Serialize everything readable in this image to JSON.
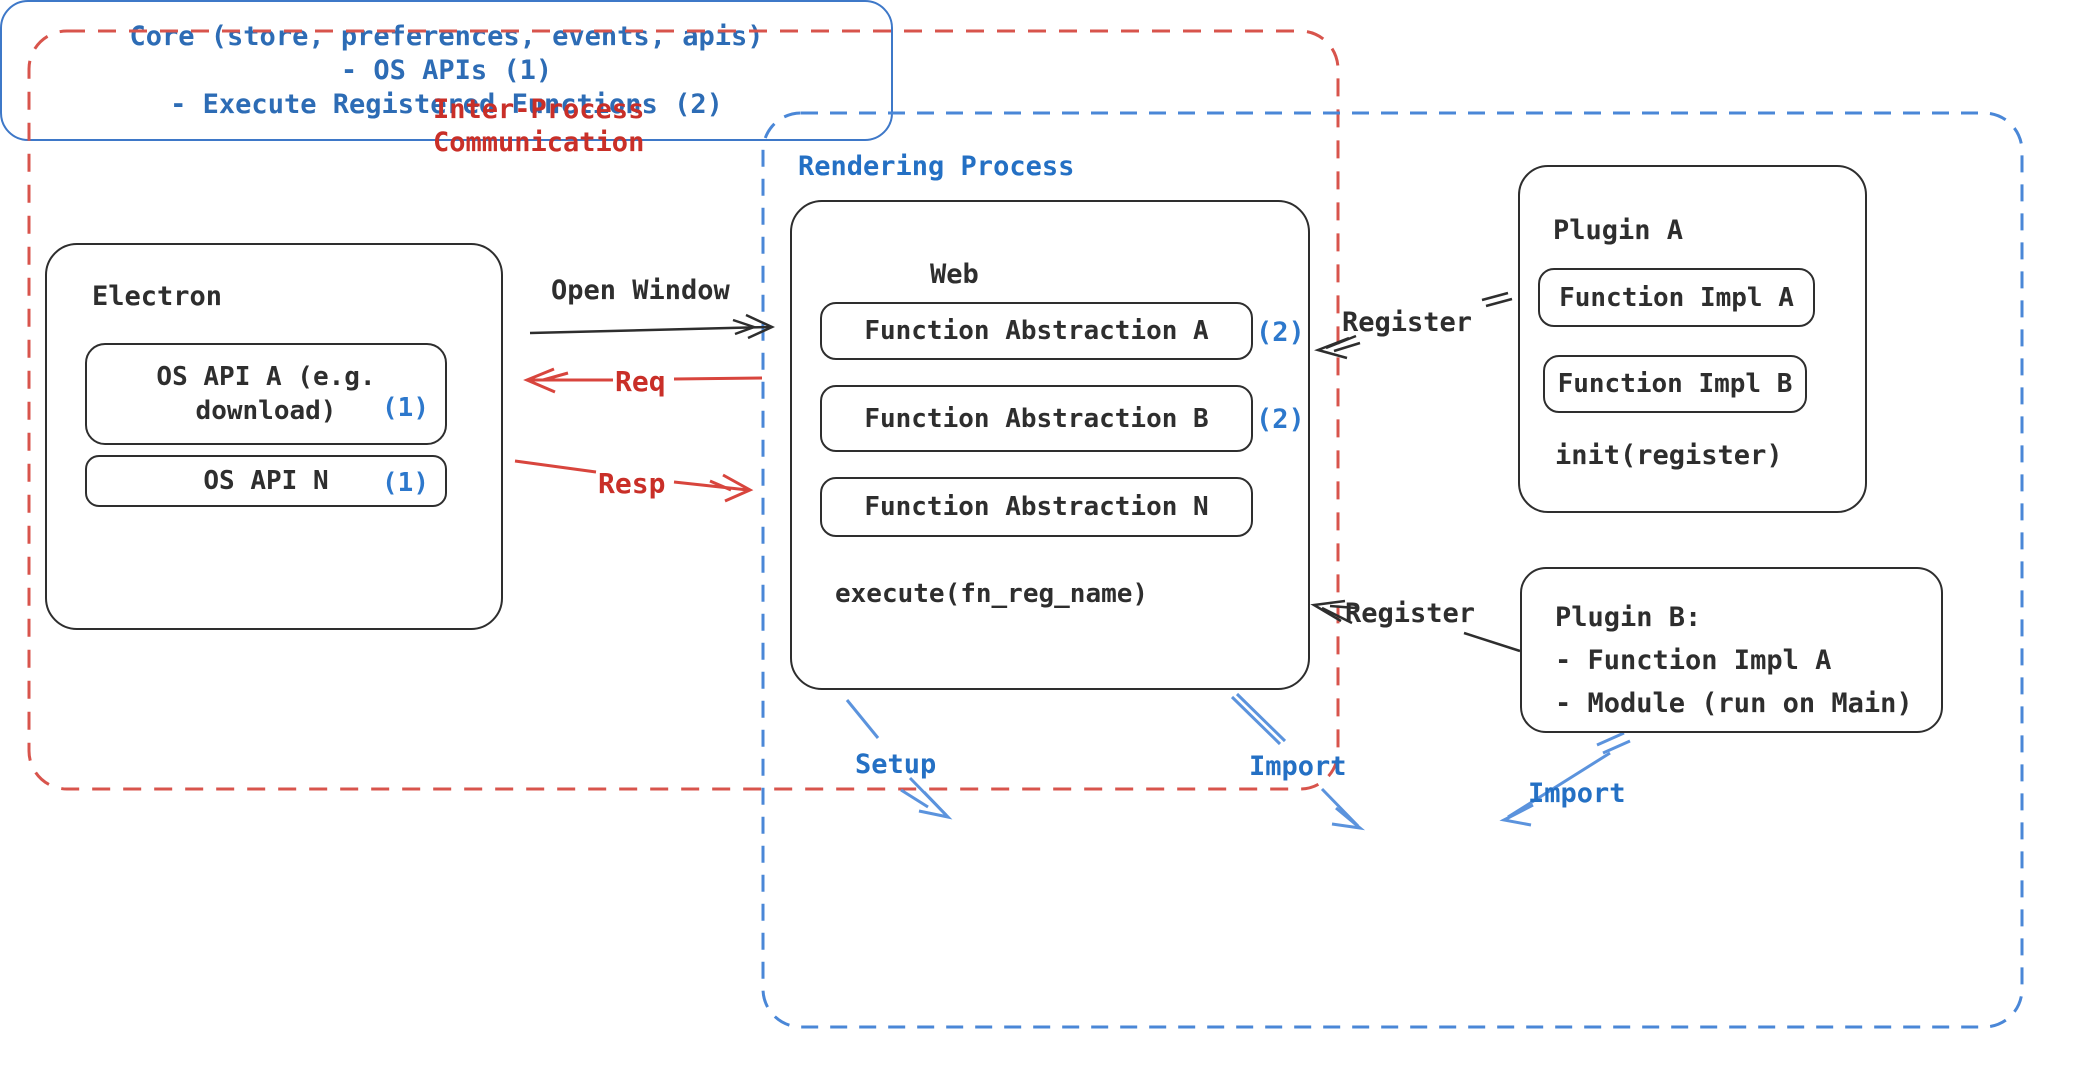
{
  "regions": {
    "ipc": {
      "line1": "Inter-Process",
      "line2": "Communication"
    },
    "rendering": {
      "label": "Rendering Process"
    }
  },
  "electron": {
    "title": "Electron",
    "os_api_a": {
      "line1": "OS API A (e.g.",
      "line2": "download)",
      "badge": "(1)"
    },
    "os_api_n": {
      "label": "OS API N",
      "badge": "(1)"
    }
  },
  "web": {
    "title": "Web",
    "items": [
      {
        "label": "Function Abstraction A",
        "badge": "(2)"
      },
      {
        "label": "Function Abstraction B",
        "badge": "(2)"
      },
      {
        "label": "Function Abstraction N",
        "badge": ""
      }
    ],
    "execute": "execute(fn_reg_name)"
  },
  "plugin_a": {
    "title": "Plugin A",
    "impl_a": "Function Impl A",
    "impl_b": "Function Impl B",
    "init": "init(register)"
  },
  "plugin_b": {
    "title": "Plugin B:",
    "line2": "- Function Impl A",
    "line3": "- Module (run on Main)"
  },
  "core": {
    "line1": "Core (store, preferences, events, apis)",
    "line2": "- OS APIs (1)",
    "line3": "- Execute Registered Functions (2)"
  },
  "arrows": {
    "open_window": "Open Window",
    "req": "Req",
    "resp": "Resp",
    "register_top": "Register",
    "register_bottom": "Register",
    "setup": "Setup",
    "import_web": "Import",
    "import_plugin": "Import"
  },
  "colors": {
    "black_stroke": "#2e2e2e",
    "red_dashed": "#d8544c",
    "red_text": "#c92f28",
    "red_arrow": "#d8453d",
    "blue_dashed": "#4a87d7",
    "blue_text": "#2470c4",
    "blue_arrow": "#5b93dd",
    "core_border": "#3e78c8",
    "core_text": "#2d6cb5",
    "badge_blue": "#2d78cc"
  }
}
